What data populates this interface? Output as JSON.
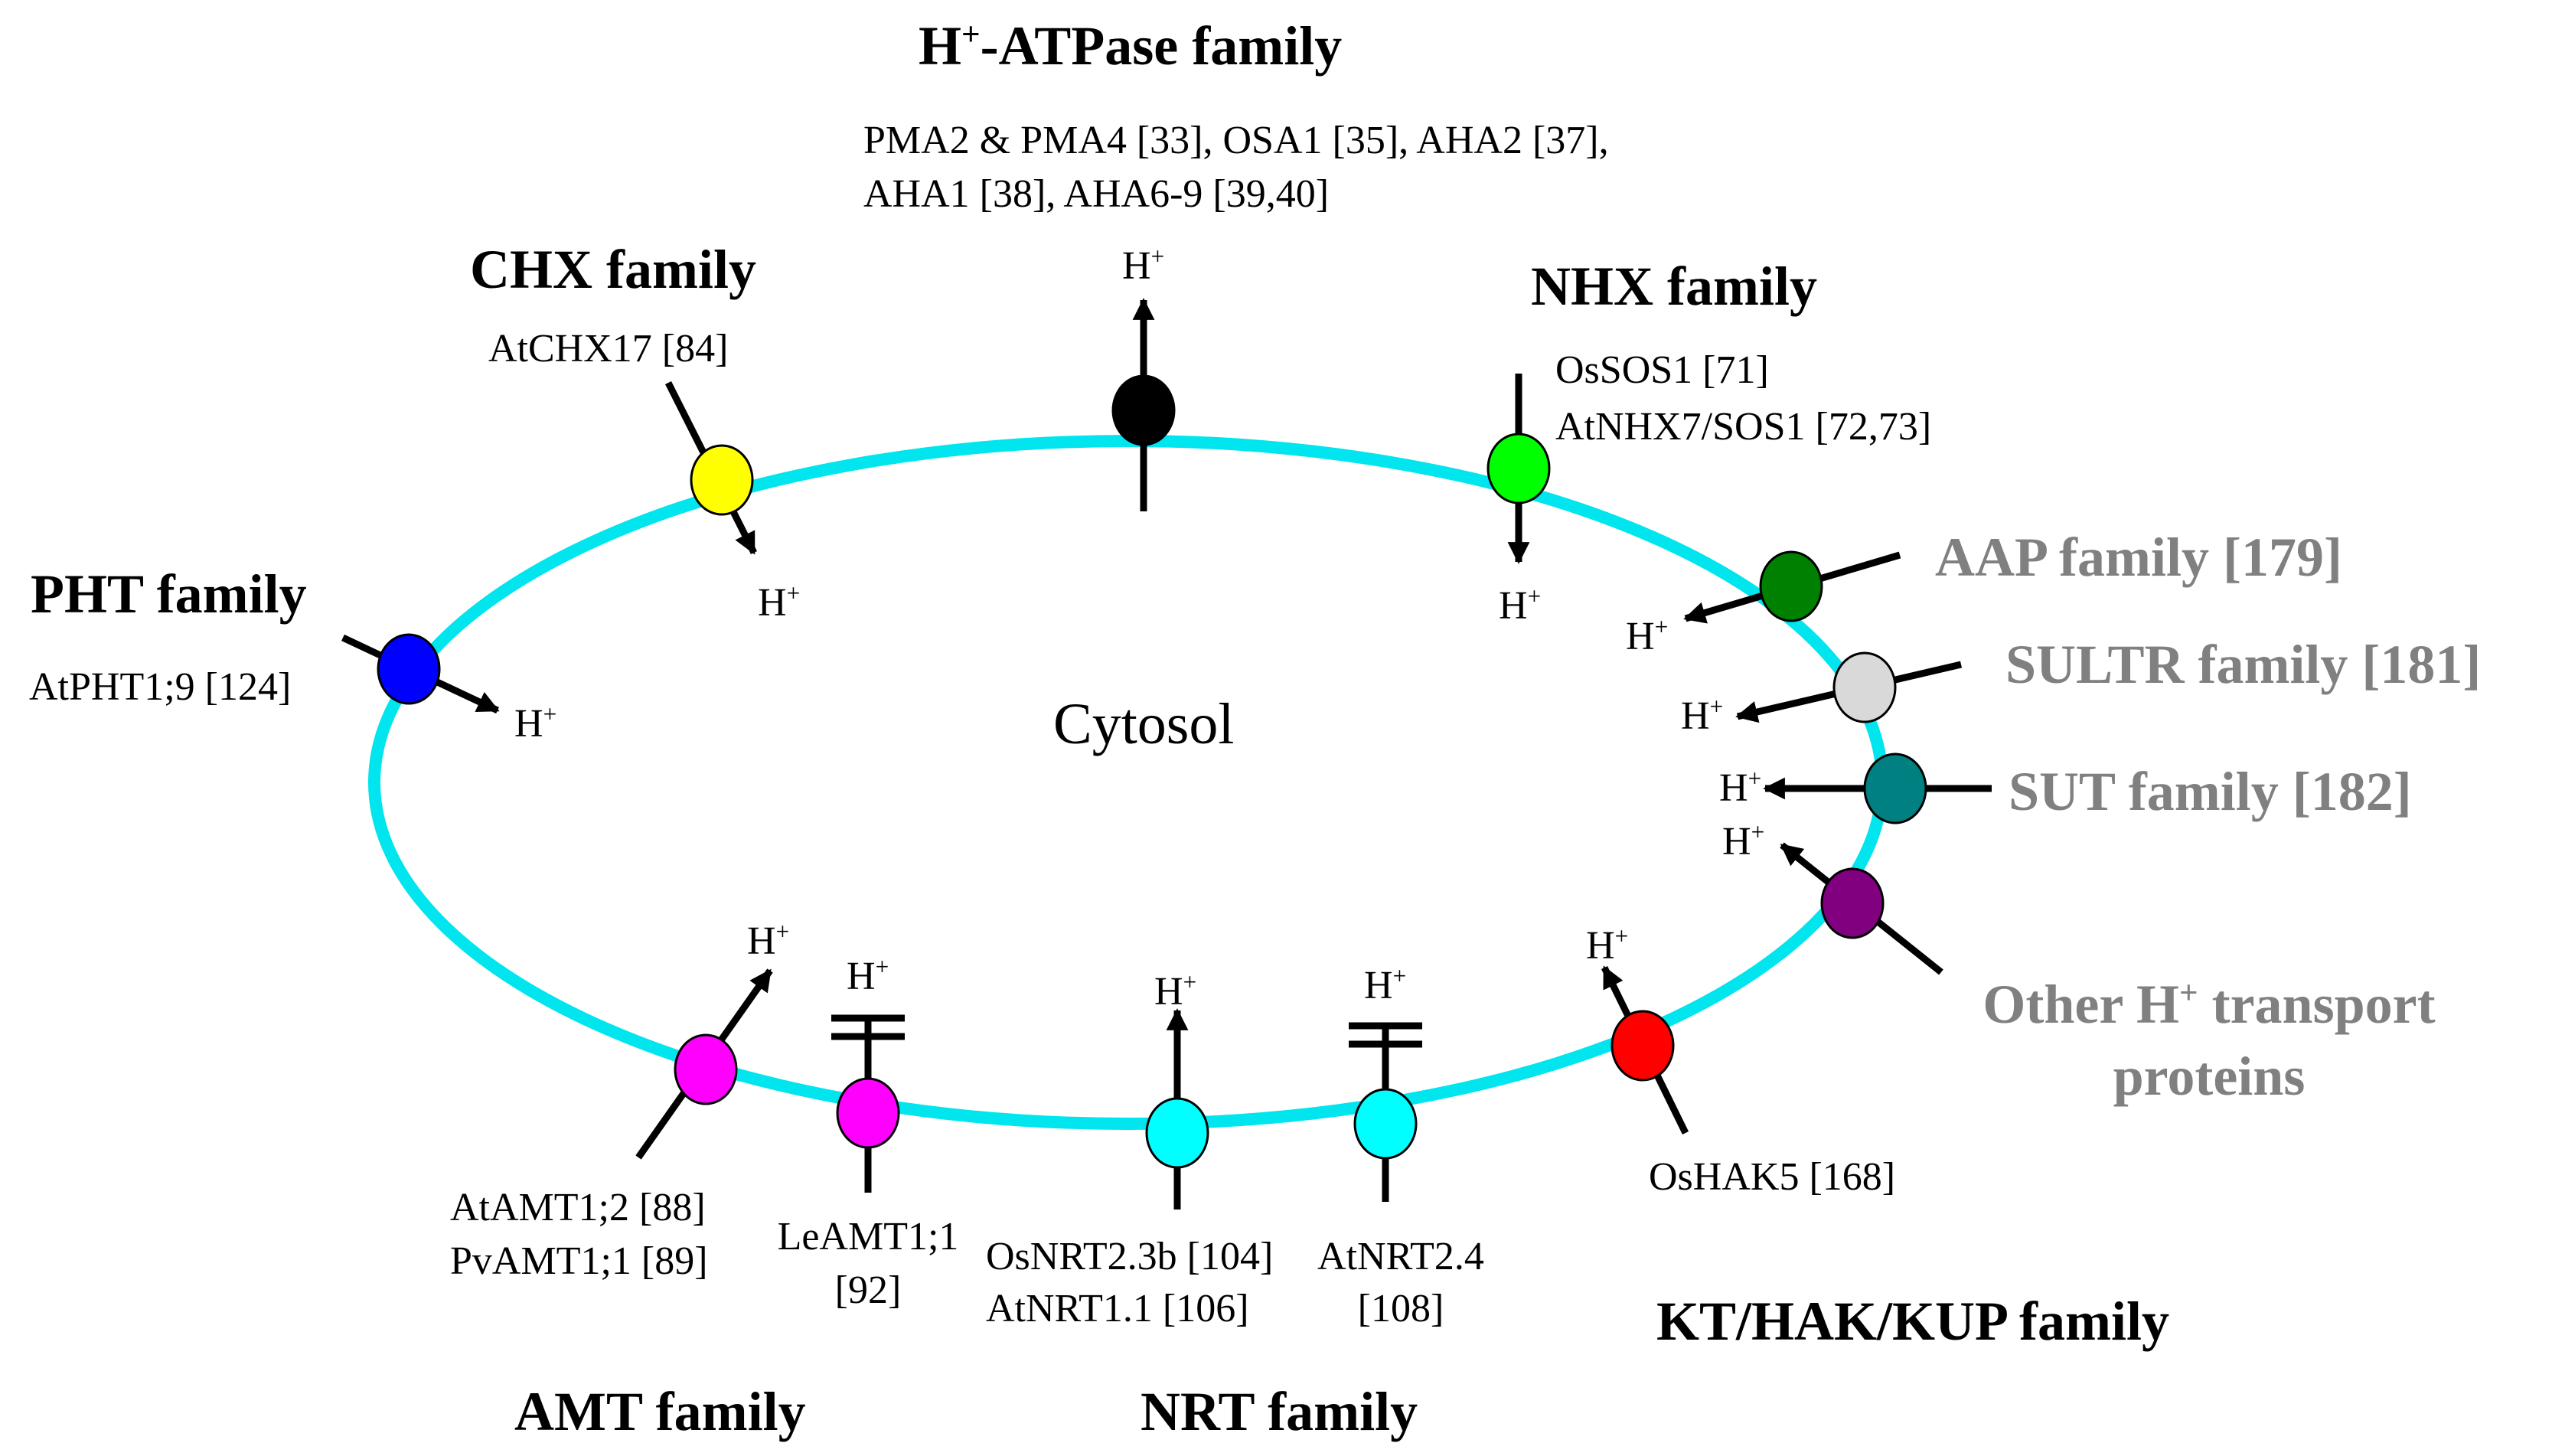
{
  "compartment_label": "Cytosol",
  "membrane_color": "#00E5EE",
  "ion": {
    "symbol": "H",
    "charge": "+"
  },
  "families": {
    "h_atpase": {
      "prefix": "H",
      "sup": "+",
      "suffix": "-ATPase family",
      "members_line1": "PMA2 & PMA4 [33], OSA1 [35], AHA2 [37],",
      "members_line2": "AHA1 [38], AHA6-9 [39,40]",
      "color": "#000000"
    },
    "chx": {
      "title": "CHX family",
      "members": "AtCHX17 [84]",
      "color": "#FFFF00"
    },
    "nhx": {
      "title": "NHX family",
      "members_line1": "OsSOS1 [71]",
      "members_line2": "AtNHX7/SOS1 [72,73]",
      "color": "#00FF00"
    },
    "pht": {
      "title": "PHT family",
      "members": "AtPHT1;9 [124]",
      "color": "#0000FF"
    },
    "aap": {
      "title": "AAP family [179]",
      "color": "#008000"
    },
    "sultr": {
      "title": "SULTR family [181]",
      "color": "#D9D9D9"
    },
    "sut": {
      "title": "SUT family [182]",
      "color": "#008080"
    },
    "other": {
      "title_prefix": "Other H",
      "title_sup": "+",
      "title_suffix": " transport",
      "title_line2": "proteins",
      "color": "#800080"
    },
    "amt": {
      "title": "AMT family",
      "member_a_line1": "AtAMT1;2 [88]",
      "member_a_line2": "PvAMT1;1 [89]",
      "member_b_line1": "LeAMT1;1",
      "member_b_line2": "[92]",
      "color": "#FF00FF"
    },
    "nrt": {
      "title": "NRT family",
      "member_a_line1": "OsNRT2.3b [104]",
      "member_a_line2": "AtNRT1.1  [106]",
      "member_b_line1": "AtNRT2.4",
      "member_b_line2": "[108]",
      "color": "#00FFFF"
    },
    "kup": {
      "title": "KT/HAK/KUP family",
      "members": "OsHAK5  [168]",
      "color": "#FF0000"
    }
  }
}
